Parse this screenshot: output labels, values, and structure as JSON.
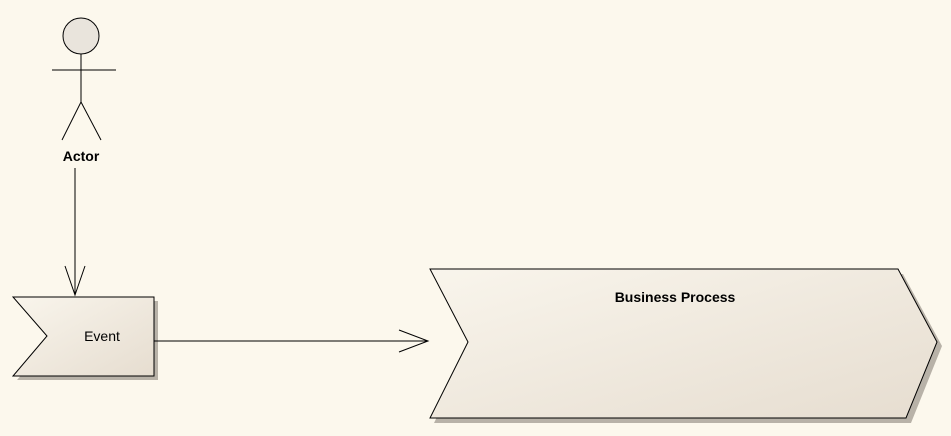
{
  "diagram": {
    "background_color": "#fcf8ed",
    "node_fill_light": "#f9f5ec",
    "node_fill_dark": "#e6ddd0",
    "stroke_color": "#000000",
    "shadow_color": "#b8b2a8",
    "actor": {
      "label": "Actor",
      "icon": "stick-figure-icon",
      "head_fill": "#e9e4dc"
    },
    "event": {
      "label": "Event",
      "shape": "event-flag"
    },
    "process": {
      "label": "Business Process",
      "shape": "chevron-arrow"
    },
    "edges": [
      {
        "from": "Actor",
        "to": "Event",
        "arrowhead": "open"
      },
      {
        "from": "Event",
        "to": "Business Process",
        "arrowhead": "open"
      }
    ]
  }
}
